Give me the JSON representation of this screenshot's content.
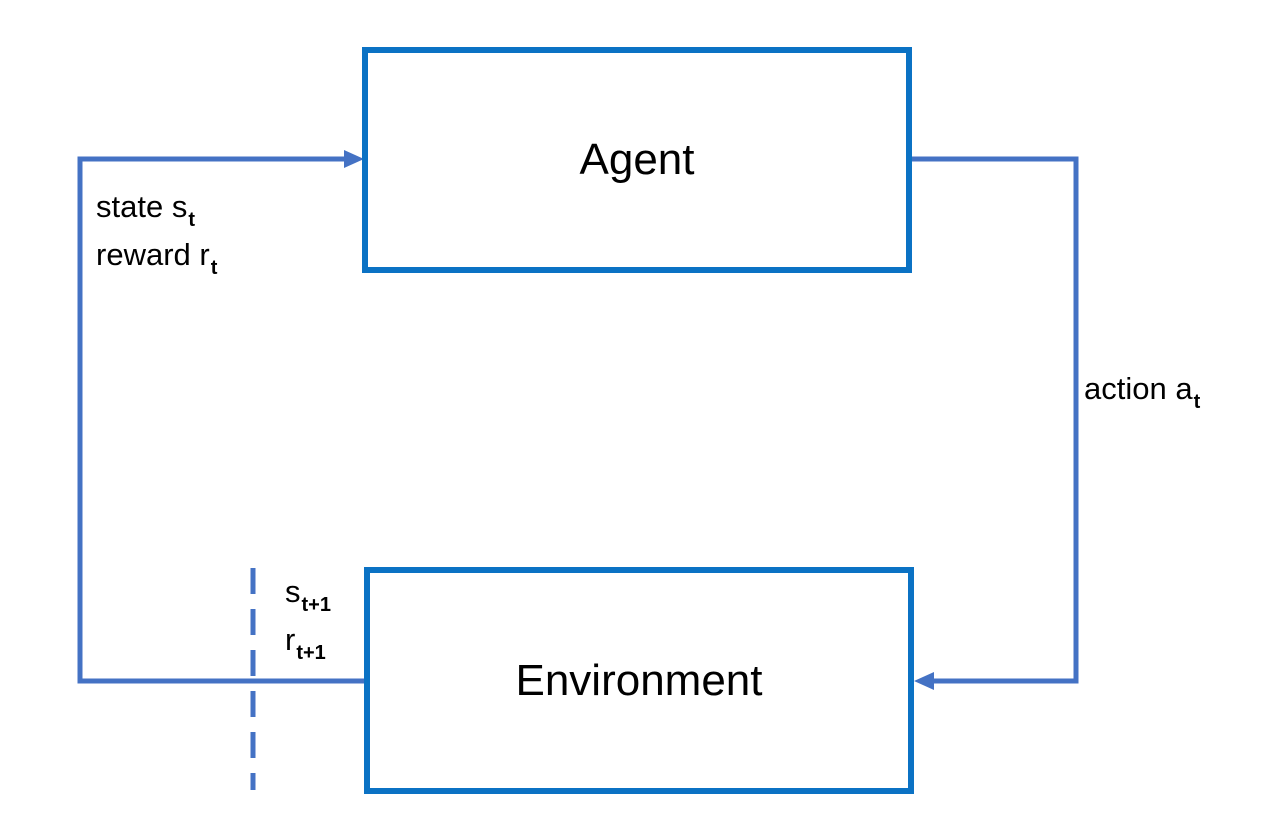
{
  "colors": {
    "box_border": "#0b72c4",
    "arrow": "#4472c4",
    "text": "#000000",
    "background": "#ffffff"
  },
  "nodes": {
    "agent": {
      "label": "Agent"
    },
    "environment": {
      "label": "Environment"
    }
  },
  "edges": {
    "observation": {
      "from": "environment",
      "to": "agent",
      "lines": [
        {
          "text": "state s",
          "sub": "t"
        },
        {
          "text": "reward r",
          "sub": "t"
        }
      ]
    },
    "action": {
      "from": "agent",
      "to": "environment",
      "text": "action a",
      "sub": "t"
    },
    "next_step": {
      "style": "dashed-divider",
      "lines": [
        {
          "text": "s",
          "sub": "t+1"
        },
        {
          "text": "r",
          "sub": "t+1"
        }
      ]
    }
  }
}
